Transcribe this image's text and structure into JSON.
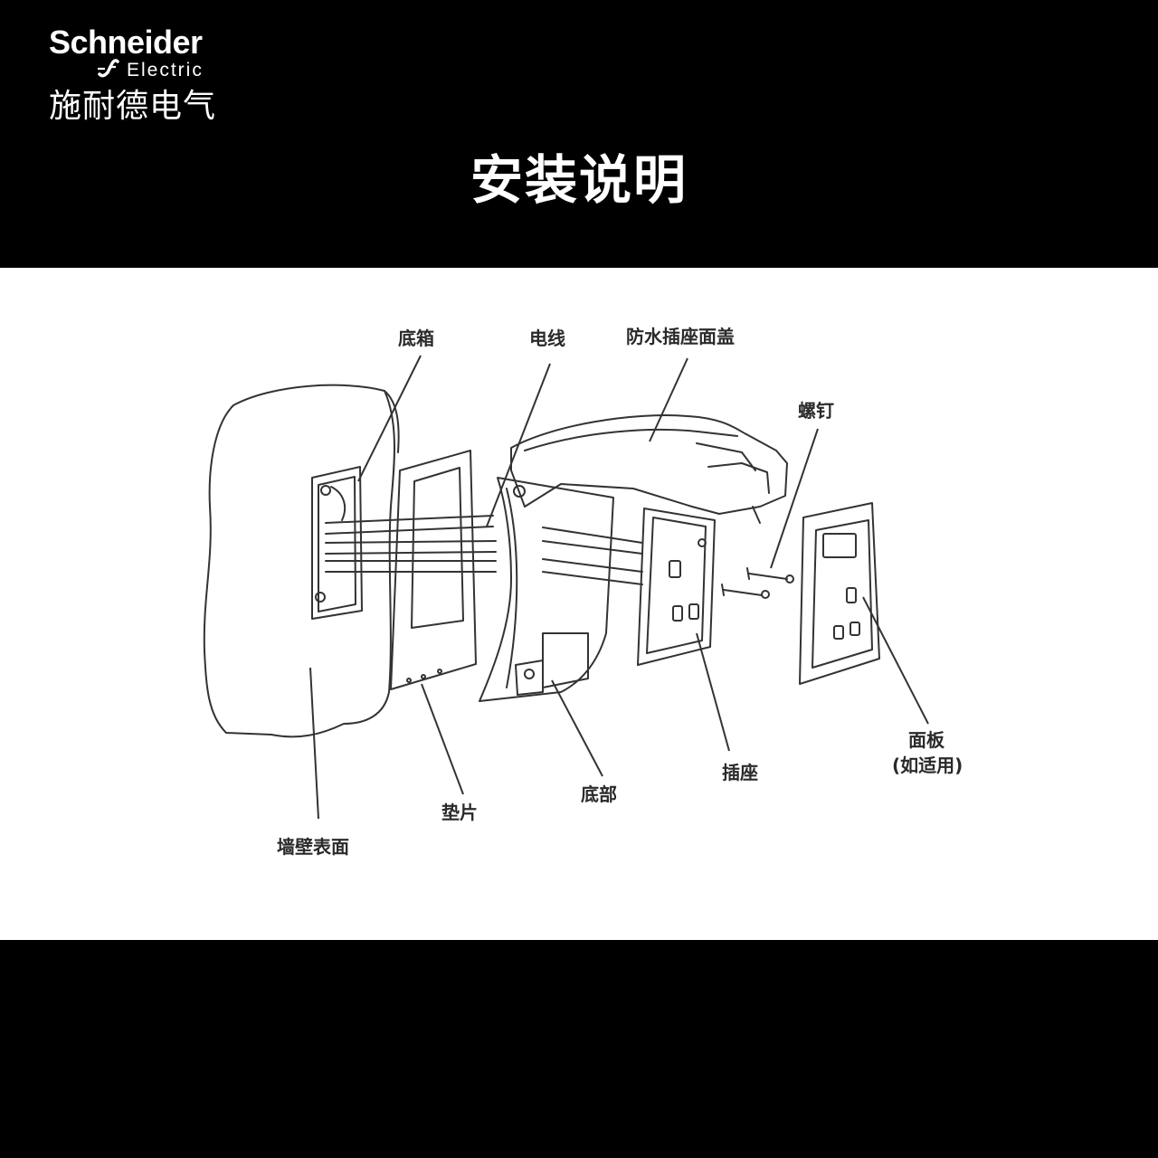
{
  "brand": {
    "name_en": "Schneider",
    "sub_en": "Electric",
    "name_cn": "施耐德电气"
  },
  "title": "安装说明",
  "diagram": {
    "labels": {
      "base_box": "底箱",
      "wire": "电线",
      "waterproof_cover": "防水插座面盖",
      "screw": "螺钉",
      "wall_surface": "墙壁表面",
      "gasket": "垫片",
      "base": "底部",
      "socket": "插座",
      "panel": "面板",
      "panel_note": "(如适用)"
    }
  },
  "colors": {
    "background": "#000000",
    "panel": "#ffffff",
    "line": "#333333",
    "text": "#2a2a2a"
  }
}
